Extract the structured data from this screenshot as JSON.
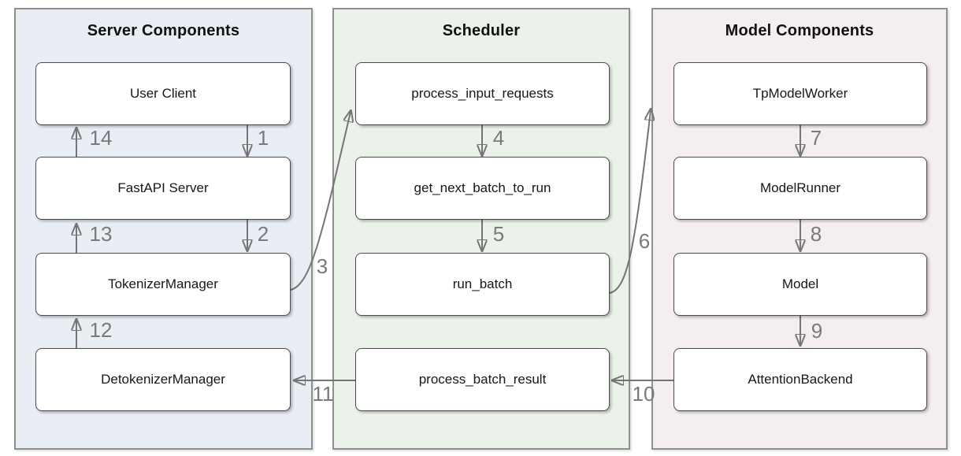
{
  "diagram": {
    "groups": [
      {
        "title": "Server Components",
        "fill": "#e9edf4",
        "nodes": [
          {
            "label": "User Client"
          },
          {
            "label": "FastAPI Server"
          },
          {
            "label": "TokenizerManager"
          },
          {
            "label": "DetokenizerManager"
          }
        ]
      },
      {
        "title": "Scheduler",
        "fill": "#ebf2ea",
        "nodes": [
          {
            "label": "process_input_requests"
          },
          {
            "label": "get_next_batch_to_run"
          },
          {
            "label": "run_batch"
          },
          {
            "label": "process_batch_result"
          }
        ]
      },
      {
        "title": "Model Components",
        "fill": "#f4eef3",
        "nodes": [
          {
            "label": "TpModelWorker"
          },
          {
            "label": "ModelRunner"
          },
          {
            "label": "Model"
          },
          {
            "label": "AttentionBackend"
          }
        ]
      }
    ],
    "edges": [
      {
        "num": "1",
        "from": "User Client",
        "to": "FastAPI Server"
      },
      {
        "num": "2",
        "from": "FastAPI Server",
        "to": "TokenizerManager"
      },
      {
        "num": "3",
        "from": "TokenizerManager",
        "to": "process_input_requests"
      },
      {
        "num": "4",
        "from": "process_input_requests",
        "to": "get_next_batch_to_run"
      },
      {
        "num": "5",
        "from": "get_next_batch_to_run",
        "to": "run_batch"
      },
      {
        "num": "6",
        "from": "run_batch",
        "to": "TpModelWorker"
      },
      {
        "num": "7",
        "from": "TpModelWorker",
        "to": "ModelRunner"
      },
      {
        "num": "8",
        "from": "ModelRunner",
        "to": "Model"
      },
      {
        "num": "9",
        "from": "Model",
        "to": "AttentionBackend"
      },
      {
        "num": "10",
        "from": "AttentionBackend",
        "to": "process_batch_result"
      },
      {
        "num": "11",
        "from": "process_batch_result",
        "to": "DetokenizerManager"
      },
      {
        "num": "12",
        "from": "DetokenizerManager",
        "to": "TokenizerManager"
      },
      {
        "num": "13",
        "from": "TokenizerManager",
        "to": "FastAPI Server"
      },
      {
        "num": "14",
        "from": "FastAPI Server",
        "to": "User Client"
      }
    ],
    "colors": {
      "server_fill": "#e9edf4",
      "scheduler_fill": "#ebf2ea",
      "model_fill": "#f4eef3",
      "container_border": "#8f8f8f",
      "node_border": "#4d4d4d",
      "arrow": "#757575",
      "edge_label_text": "#7a7a7a"
    }
  }
}
